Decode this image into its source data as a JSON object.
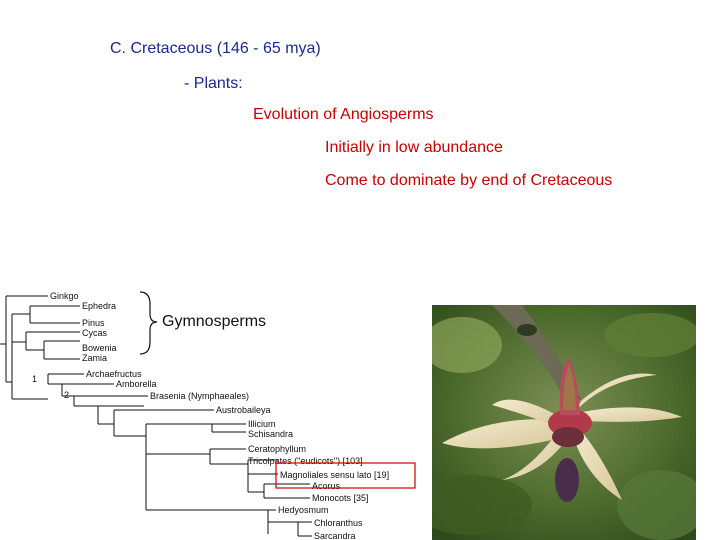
{
  "slide": {
    "title": "C. Cretaceous (146 - 65 mya)",
    "line1": "- Plants:",
    "line2": "Evolution of Angiosperms",
    "line3": "Initially in low abundance",
    "line4": "Come to dominate by end of Cretaceous",
    "gymnosperms_label": "Gymnosperms"
  },
  "phylogeny": {
    "node_labels": [
      "1",
      "2"
    ],
    "taxa": [
      "Ginkgo",
      "Ephedra",
      "Pinus",
      "Cycas",
      "Bowenia",
      "Zamia",
      "Archaefructus",
      "Amborella",
      "Brasenia (Nymphaeales)",
      "Austrobaileya",
      "Illicium",
      "Schisandra",
      "Ceratophyllum",
      "Tricolpates (\"eudicots\") [103]",
      "Magnoliales sensu lato [19]",
      "Acorus",
      "Monocots [35]",
      "Hedyosmum",
      "Chloranthus",
      "Sarcandra"
    ],
    "highlight_color": "#cc0000"
  },
  "colors": {
    "title": "#1a2a8c",
    "body_red": "#c80000"
  }
}
